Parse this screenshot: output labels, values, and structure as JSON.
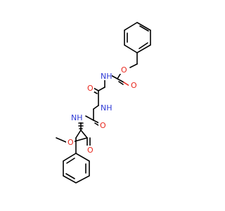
{
  "molecule": {
    "atom_labels": {
      "o_carbamate_ester": "O",
      "o_carbamate_carbonyl": "O",
      "n_carbamate": "NH",
      "o_gly1_carbonyl": "O",
      "n_gly2": "NH",
      "o_gly2_carbonyl": "O",
      "n_phe": "NH",
      "o_ester_carbonyl": "O",
      "o_ester_methoxy": "O"
    }
  }
}
